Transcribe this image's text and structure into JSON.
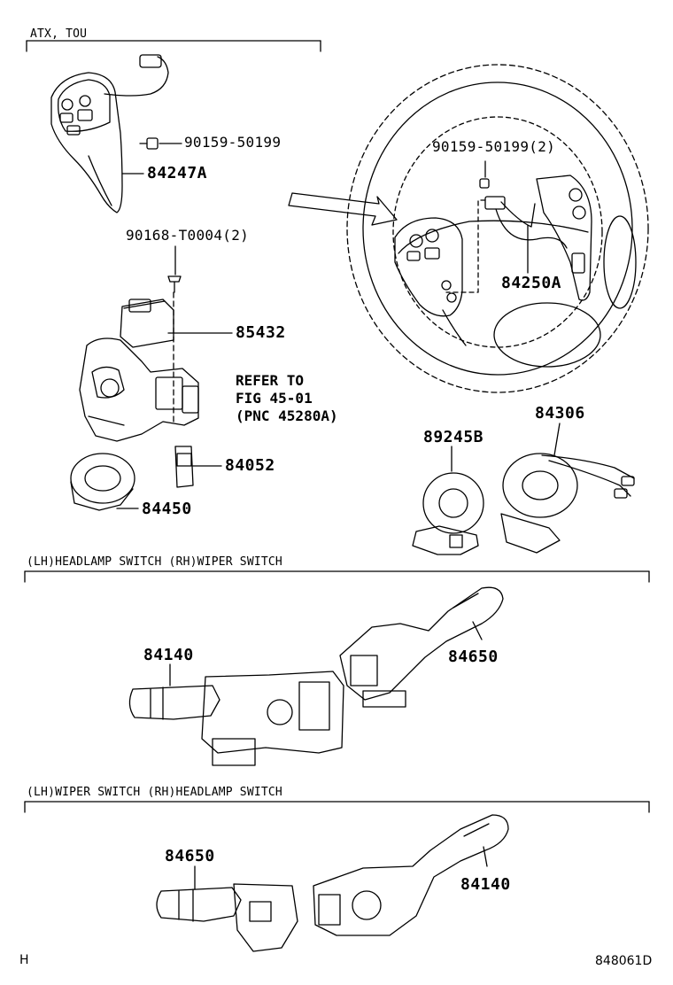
{
  "sections": {
    "top": "ATX, TOU",
    "middle": "(LH)HEADLAMP SWITCH  (RH)WIPER SWITCH",
    "bottom": "(LH)WIPER SWITCH  (RH)HEADLAMP SWITCH"
  },
  "parts": {
    "p90159_left": "90159-50199",
    "p84247A": "84247A",
    "p90168": "90168-T0004(2)",
    "p85432": "85432",
    "p84052": "84052",
    "p84450": "84450",
    "p90159_right": "90159-50199(2)",
    "p84250A": "84250A",
    "p89245B": "89245B",
    "p84306": "84306",
    "p84140_mid": "84140",
    "p84650_mid": "84650",
    "p84650_bot": "84650",
    "p84140_bot": "84140"
  },
  "refer": {
    "line1": "REFER TO",
    "line2": "FIG 45-01",
    "line3": "(PNC 45280A)"
  },
  "footer": {
    "left": "H",
    "right": "848061D"
  }
}
